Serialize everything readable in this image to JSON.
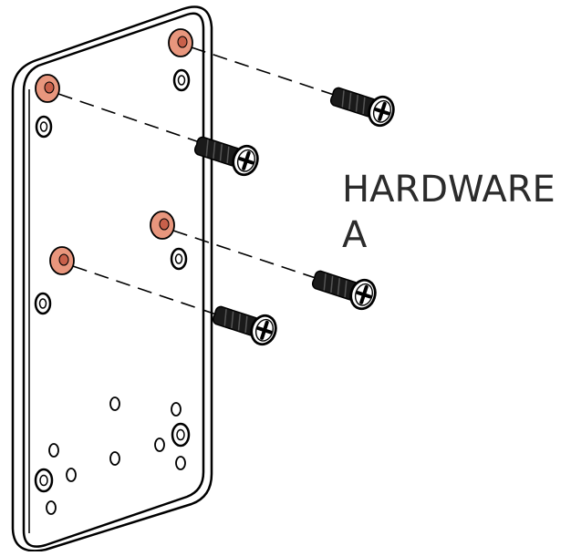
{
  "diagram": {
    "callout": {
      "line1": "HARDWARE",
      "line2": "A"
    },
    "colors": {
      "outline": "#000000",
      "countersink": "#e8967d",
      "countersink_dark": "#c8604a",
      "screw_body": "#1a1a1a",
      "background": "#ffffff"
    },
    "parts": {
      "plate": "mounting-plate",
      "screw_count": 4,
      "countersunk_hole_count": 4
    }
  }
}
